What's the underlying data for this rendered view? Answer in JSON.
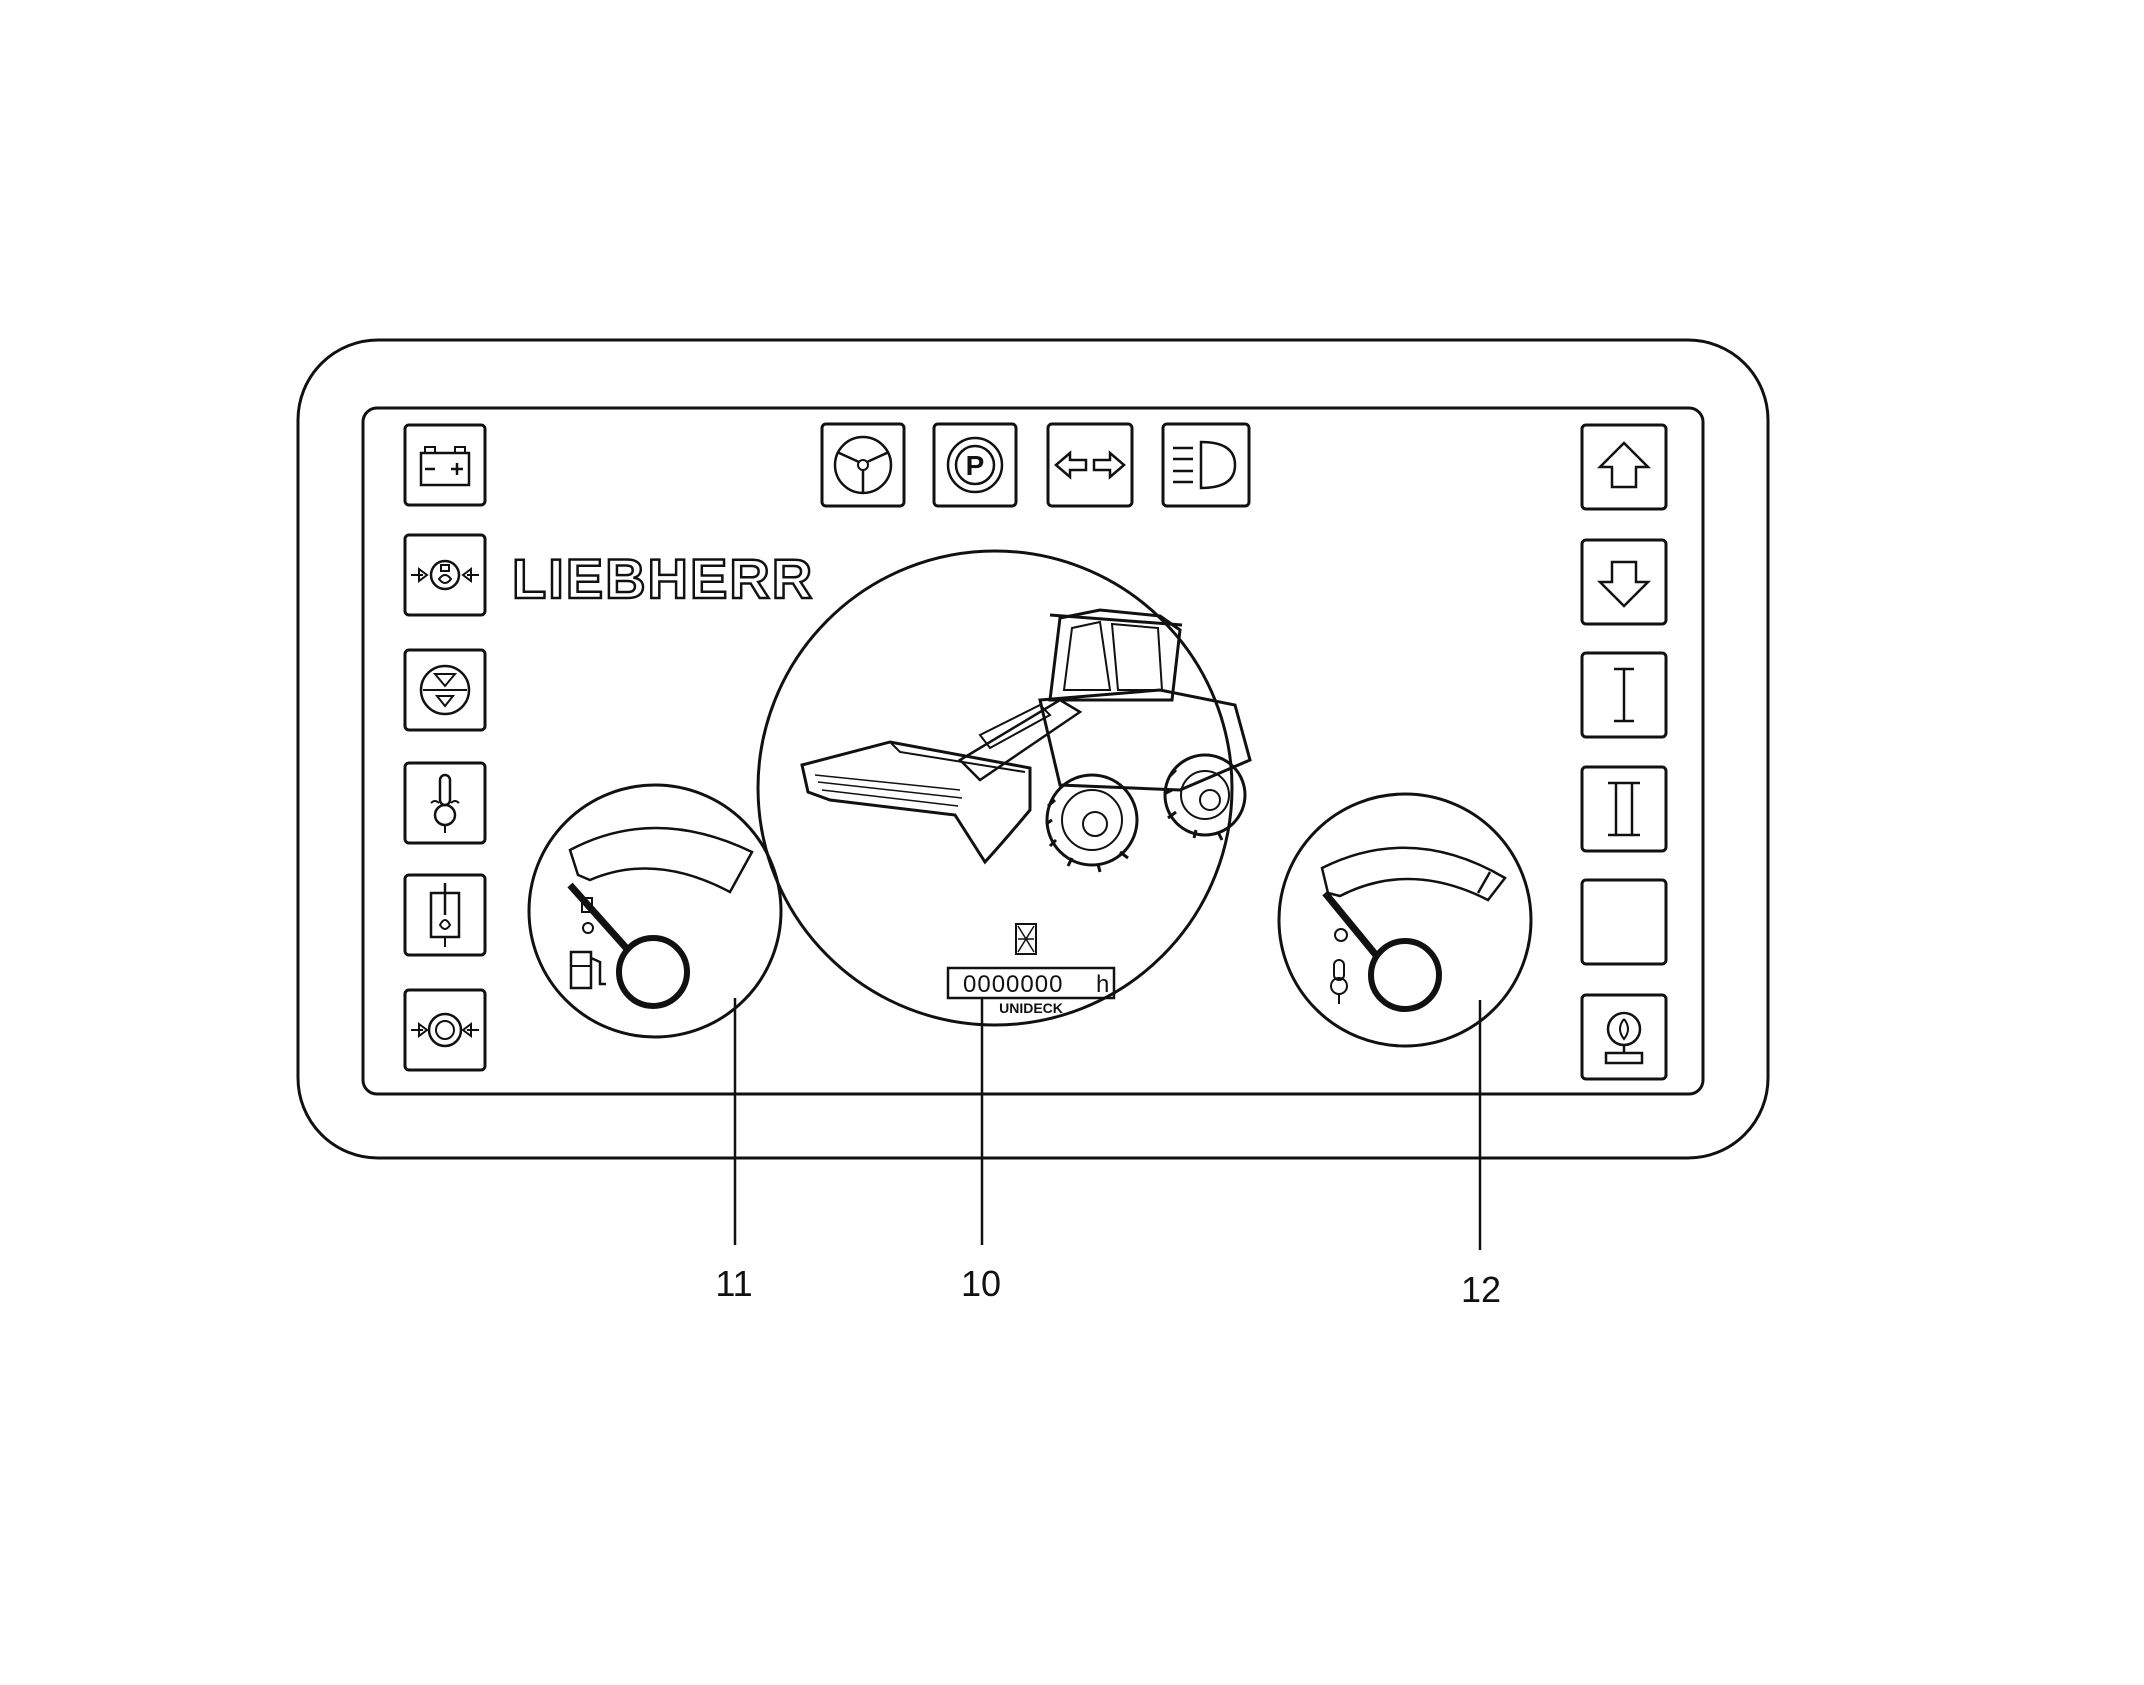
{
  "brand": {
    "name": "LIEBHERR"
  },
  "colors": {
    "ink": "#111111",
    "paper": "#ffffff"
  },
  "left_indicators": [
    {
      "icon": "battery-icon"
    },
    {
      "icon": "engine-oil-pressure-icon"
    },
    {
      "icon": "air-filter-icon"
    },
    {
      "icon": "coolant-temperature-icon"
    },
    {
      "icon": "hydraulic-oil-temperature-icon"
    },
    {
      "icon": "brake-pressure-icon"
    }
  ],
  "top_indicators": [
    {
      "icon": "steering-wheel-icon"
    },
    {
      "icon": "parking-brake-icon"
    },
    {
      "icon": "turn-signal-icon"
    },
    {
      "icon": "high-beam-icon"
    }
  ],
  "right_indicators": [
    {
      "icon": "shift-up-icon"
    },
    {
      "icon": "shift-down-icon"
    },
    {
      "icon": "gear-one-icon"
    },
    {
      "icon": "gear-two-icon"
    },
    {
      "icon": "blank-indicator"
    },
    {
      "icon": "service-icon"
    }
  ],
  "fuel_gauge": {
    "icon": "fuel-pump-icon"
  },
  "temperature_gauge": {
    "icon": "coolant-temperature-icon"
  },
  "hour_meter": {
    "value": "0000000",
    "unit": "h",
    "maker": "UNIDECK"
  },
  "callouts": {
    "fuel_gauge": "11",
    "hour_meter": "10",
    "temperature_gauge": "12"
  }
}
